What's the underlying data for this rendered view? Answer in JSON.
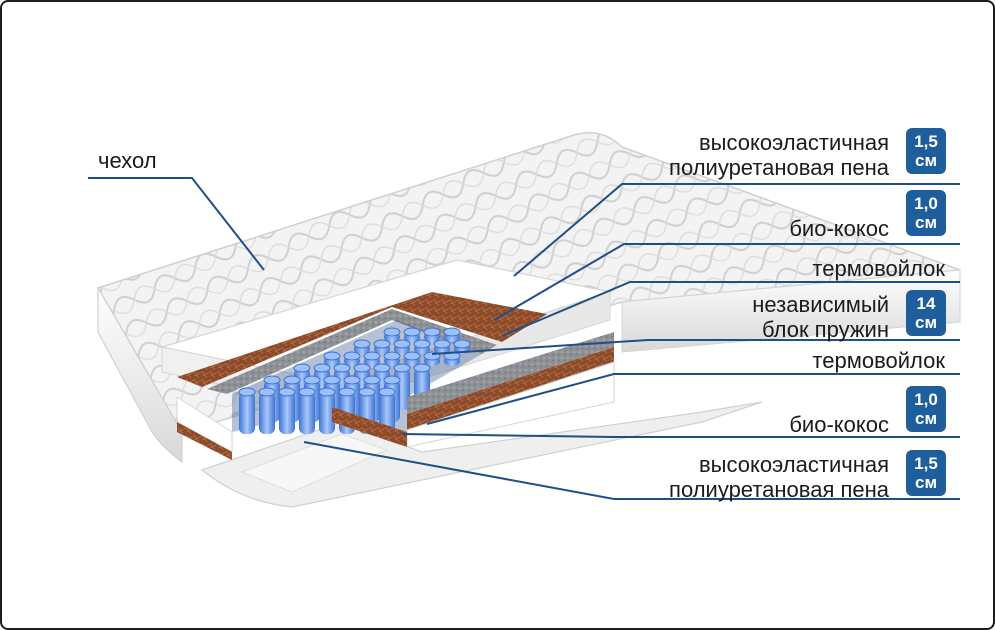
{
  "colors": {
    "leader": "#1f4f86",
    "badge": "#1f5e9c",
    "badge_text": "#ffffff",
    "cover": "#f4f4f4",
    "foam": "#ffffff",
    "coconut": "#8a4a2c",
    "felt": "#8c8f93",
    "spring": "#6f9fe6"
  },
  "left_label": {
    "text": "чехол"
  },
  "layers": [
    {
      "line1": "высокоэластичная",
      "line2": "полиуретановая пена",
      "value": "1,5",
      "unit": "см"
    },
    {
      "line1": "био-кокос",
      "value": "1,0",
      "unit": "см"
    },
    {
      "line1": "термовойлок"
    },
    {
      "line1": "независимый",
      "line2": "блок пружин",
      "value": "14",
      "unit": "см"
    },
    {
      "line1": "термовойлок"
    },
    {
      "line1": "био-кокос",
      "value": "1,0",
      "unit": "см"
    },
    {
      "line1": "высокоэластичная",
      "line2": "полиуретановая пена",
      "value": "1,5",
      "unit": "см"
    }
  ]
}
